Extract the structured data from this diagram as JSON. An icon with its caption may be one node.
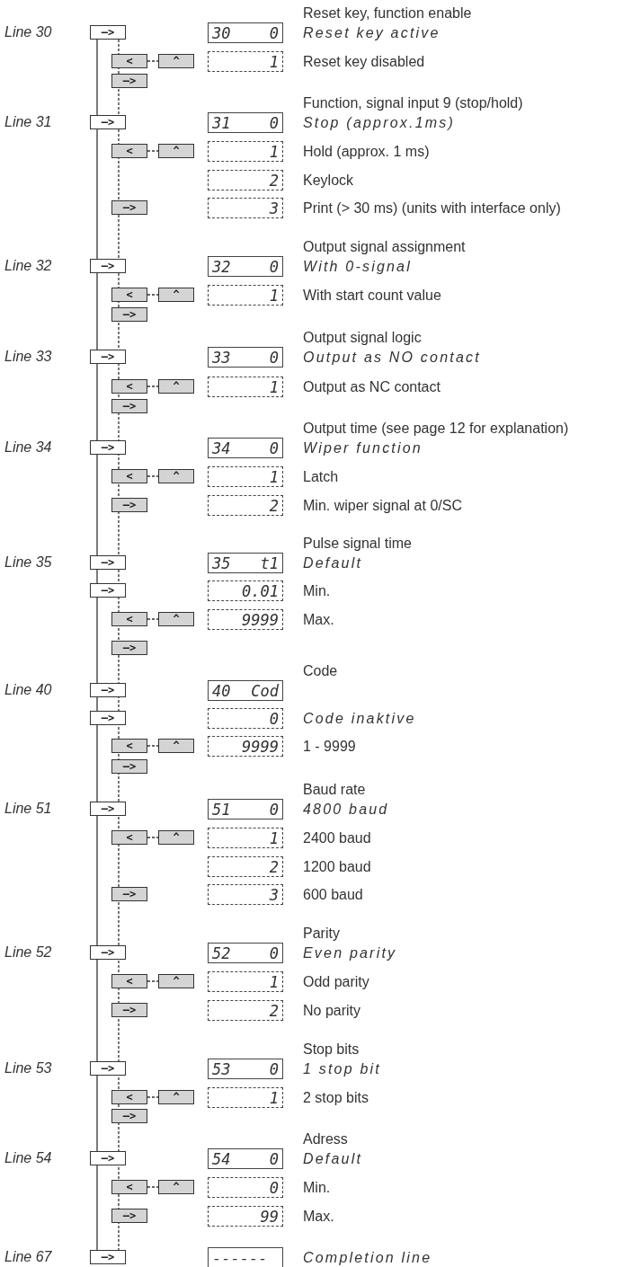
{
  "diagram": {
    "nodes": [
      {
        "text": [
          "–>"
        ]
      },
      {
        "text": [
          "30 0"
        ],
        "beside": [
          "Reset key, function enable",
          "Reset key active"
        ]
      },
      {
        "text": [
          "<"
        ]
      },
      {
        "text": [
          "^"
        ]
      },
      {
        "text": [
          "1"
        ],
        "beside": [
          "Reset key disabled"
        ]
      },
      {
        "text": [
          "–>"
        ]
      },
      {
        "text": [
          "–>"
        ]
      },
      {
        "text": [
          "31 0"
        ],
        "beside": [
          "Function, signal input 9 (stop/hold)",
          "Stop (approx.1ms)"
        ]
      },
      {
        "text": [
          "<"
        ]
      },
      {
        "text": [
          "^"
        ]
      },
      {
        "text": [
          "1"
        ],
        "beside": [
          "Hold (approx. 1 ms)"
        ]
      },
      {
        "text": [
          "2"
        ],
        "beside": [
          "Keylock"
        ]
      },
      {
        "text": [
          "–>"
        ]
      },
      {
        "text": [
          "3"
        ],
        "beside": [
          "Print (> 30 ms) (units with interface only)"
        ]
      },
      {
        "text": [
          "–>"
        ]
      },
      {
        "text": [
          "32 0"
        ],
        "beside": [
          "Output signal assignment",
          "With 0-signal"
        ]
      },
      {
        "text": [
          "<"
        ]
      },
      {
        "text": [
          "^"
        ]
      },
      {
        "text": [
          "1"
        ],
        "beside": [
          "With start count value"
        ]
      },
      {
        "text": [
          "–>"
        ]
      },
      {
        "text": [
          "–>"
        ]
      },
      {
        "text": [
          "33 0"
        ],
        "beside": [
          "Output signal logic",
          "Output as NO contact"
        ]
      },
      {
        "text": [
          "<"
        ]
      },
      {
        "text": [
          "^"
        ]
      },
      {
        "text": [
          "1"
        ],
        "beside": [
          "Output as NC contact"
        ]
      },
      {
        "text": [
          "–>"
        ]
      },
      {
        "text": [
          "–>"
        ]
      },
      {
        "text": [
          "34 0"
        ],
        "beside": [
          "Output time (see page 12 for explanation)",
          "Wiper function"
        ]
      },
      {
        "text": [
          "<"
        ]
      },
      {
        "text": [
          "^"
        ]
      },
      {
        "text": [
          "1"
        ],
        "beside": [
          "Latch"
        ]
      },
      {
        "text": [
          "–>"
        ]
      },
      {
        "text": [
          "2"
        ],
        "beside": [
          "Min. wiper signal at 0/SC"
        ]
      },
      {
        "text": [
          "–>"
        ]
      },
      {
        "text": [
          "35 t1"
        ],
        "beside": [
          "Pulse signal time",
          "Default"
        ]
      },
      {
        "text": [
          "–>"
        ]
      },
      {
        "text": [
          "0.01"
        ],
        "beside": [
          "Min."
        ]
      },
      {
        "text": [
          "<"
        ]
      },
      {
        "text": [
          "^"
        ]
      },
      {
        "text": [
          "9999"
        ],
        "beside": [
          "Max."
        ]
      },
      {
        "text": [
          "–>"
        ]
      },
      {
        "text": [
          "–>"
        ]
      },
      {
        "text": [
          "40 Cod"
        ],
        "beside": [
          "Code"
        ]
      },
      {
        "text": [
          "–>"
        ]
      },
      {
        "text": [
          "0"
        ],
        "beside": [
          "Code inaktive"
        ]
      },
      {
        "text": [
          "<"
        ]
      },
      {
        "text": [
          "^"
        ]
      },
      {
        "text": [
          "9999"
        ],
        "beside": [
          "1 - 9999"
        ]
      },
      {
        "text": [
          "–>"
        ]
      },
      {
        "text": [
          "–>"
        ]
      },
      {
        "text": [
          "51 0"
        ],
        "beside": [
          "Baud rate",
          "4800 baud"
        ]
      },
      {
        "text": [
          "<"
        ]
      },
      {
        "text": [
          "^"
        ]
      },
      {
        "text": [
          "1"
        ],
        "beside": [
          "2400 baud"
        ]
      },
      {
        "text": [
          "2"
        ],
        "beside": [
          "1200 baud"
        ]
      },
      {
        "text": [
          "–>"
        ]
      },
      {
        "text": [
          "3"
        ],
        "beside": [
          "600 baud"
        ]
      },
      {
        "text": [
          "–>"
        ]
      },
      {
        "text": [
          "52 0"
        ],
        "beside": [
          "Parity",
          "Even parity"
        ]
      },
      {
        "text": [
          "<"
        ]
      },
      {
        "text": [
          "^"
        ]
      },
      {
        "text": [
          "1"
        ],
        "beside": [
          "Odd parity"
        ]
      },
      {
        "text": [
          "–>"
        ]
      },
      {
        "text": [
          "2"
        ],
        "beside": [
          "No parity"
        ]
      },
      {
        "text": [
          "–>"
        ]
      },
      {
        "text": [
          "53 0"
        ],
        "beside": [
          "Stop bits",
          "1 stop bit"
        ]
      },
      {
        "text": [
          "<"
        ]
      },
      {
        "text": [
          "^"
        ]
      },
      {
        "text": [
          "1"
        ],
        "beside": [
          "2 stop bits"
        ]
      },
      {
        "text": [
          "–>"
        ]
      },
      {
        "text": [
          "–>"
        ]
      },
      {
        "text": [
          "54 0"
        ],
        "beside": [
          "Adress",
          "Default"
        ]
      },
      {
        "text": [
          "<"
        ]
      },
      {
        "text": [
          "^"
        ]
      },
      {
        "text": [
          "0"
        ],
        "beside": [
          "Min."
        ]
      },
      {
        "text": [
          "–>"
        ]
      },
      {
        "text": [
          "99"
        ],
        "beside": [
          "Max."
        ]
      },
      {
        "text": [
          "–>"
        ]
      },
      {
        "text": [
          "------"
        ],
        "beside": [
          "Completion line"
        ]
      }
    ],
    "edges": [
      {
        "from": 2,
        "to": 3,
        "arrow": "none",
        "style": "dashed"
      },
      {
        "from": 8,
        "to": 9,
        "arrow": "none",
        "style": "dashed"
      },
      {
        "from": 16,
        "to": 17,
        "arrow": "none",
        "style": "dashed"
      },
      {
        "from": 22,
        "to": 23,
        "arrow": "none",
        "style": "dashed"
      },
      {
        "from": 28,
        "to": 29,
        "arrow": "none",
        "style": "dashed"
      },
      {
        "from": 37,
        "to": 38,
        "arrow": "none",
        "style": "dashed"
      },
      {
        "from": 45,
        "to": 46,
        "arrow": "none",
        "style": "dashed"
      },
      {
        "from": 51,
        "to": 52,
        "arrow": "none",
        "style": "dashed"
      },
      {
        "from": 59,
        "to": 60,
        "arrow": "none",
        "style": "dashed"
      },
      {
        "from": 66,
        "to": 67,
        "arrow": "none",
        "style": "dashed"
      },
      {
        "from": 72,
        "to": 73,
        "arrow": "none",
        "style": "dashed"
      },
      {
        "from": 0,
        "to": 77,
        "arrow": "none"
      },
      {
        "from": 0,
        "to": 77,
        "arrow": "none",
        "style": "dashed"
      }
    ],
    "labels": [
      "Line 30",
      "Line 31",
      "Line 32",
      "Line 33",
      "Line 34",
      "Line 35",
      "Line 40",
      "Line 51",
      "Line 52",
      "Line 53",
      "Line 54",
      "Line 67"
    ]
  }
}
